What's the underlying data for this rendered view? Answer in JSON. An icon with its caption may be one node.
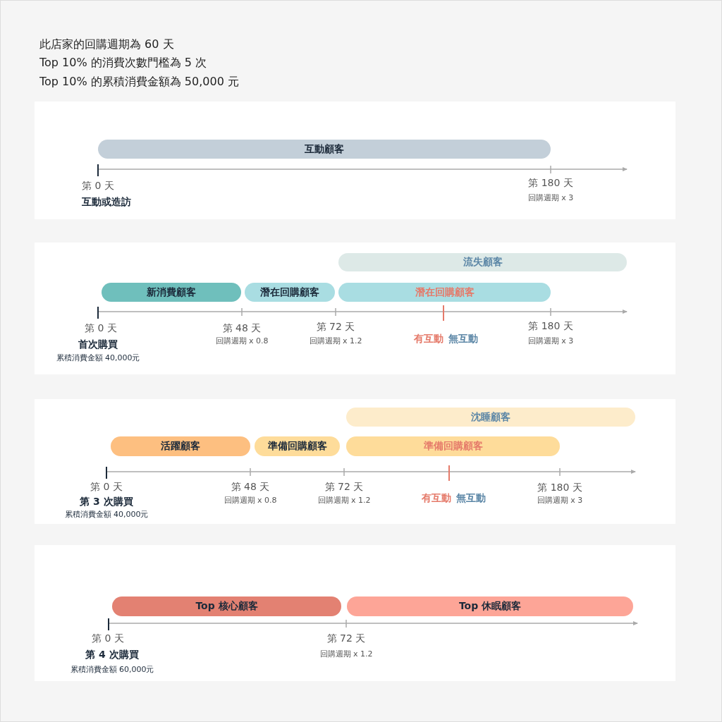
{
  "diagram": {
    "nodes": [
      {
        "text": [],
        "shape": "box"
      },
      {
        "text": [
          "互動顧客"
        ],
        "in": 0
      },
      {
        "text": [],
        "shape": "box"
      },
      {
        "text": [
          "流失顧客"
        ],
        "in": 2
      },
      {
        "text": [
          "新消費顧客"
        ],
        "in": 2
      },
      {
        "text": [
          "潛在回購顧客"
        ],
        "in": 2
      },
      {
        "text": [
          "潛在回購顧客"
        ],
        "in": 2
      },
      {
        "text": [],
        "shape": "box"
      },
      {
        "text": [
          "沈睡顧客"
        ],
        "in": 7
      },
      {
        "text": [
          "活躍顧客"
        ],
        "in": 7
      },
      {
        "text": [
          "準備回購顧客"
        ],
        "in": 7
      },
      {
        "text": [
          "準備回購顧客"
        ],
        "in": 7
      },
      {
        "text": [],
        "shape": "box"
      },
      {
        "text": [
          "Top 核心顧客"
        ],
        "in": 12
      },
      {
        "text": [
          "Top 休眠顧客"
        ],
        "in": 12
      }
    ],
    "labels": [
      "此店家的回購週期為 60 天",
      "Top 10% 的消費次數門檻為 5 次",
      "Top 10% 的累積消費金額為 50,000 元",
      "第 0 天",
      "互動或造訪",
      "第 180 天",
      "回購週期 x 3",
      "第 0 天",
      "首次購買",
      "累積消費金額 40,000元",
      "第 48 天",
      "回購週期 x 0.8",
      "第 72 天",
      "回購週期 x 1.2",
      "有互動",
      "無互動",
      "第 180 天",
      "回購週期 x 3",
      "第 0 天",
      "第 3 次購買",
      "累積消費金額 40,000元",
      "第 48 天",
      "回購週期 x 0.8",
      "第 72 天",
      "回購週期 x 1.2",
      "有互動",
      "無互動",
      "第 180 天",
      "回購週期 x 3",
      "第 0 天",
      "第 4 次購買",
      "累積消費金額 60,000元",
      "第 72 天",
      "回購週期 x 1.2"
    ]
  }
}
